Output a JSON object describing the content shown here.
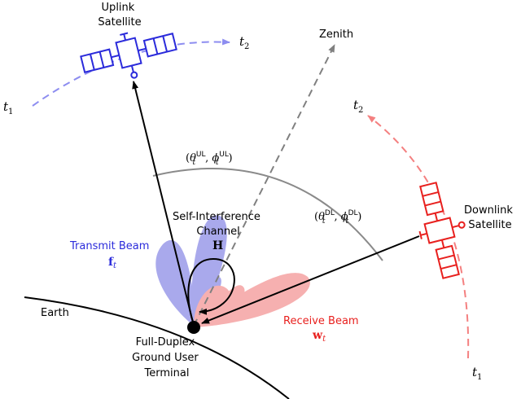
{
  "colors": {
    "uplink": "#2b2bdb",
    "downlink": "#e8201e",
    "transmit_beam_fill": "#a9a9ec",
    "receive_beam_fill": "#f6b0b0",
    "gray": "#808080",
    "black": "#000000"
  },
  "labels": {
    "uplink_satellite": [
      "Uplink",
      "Satellite"
    ],
    "downlink_satellite": [
      "Downlink",
      "Satellite"
    ],
    "zenith": "Zenith",
    "earth": "Earth",
    "self_interference": [
      "Self-Interference",
      "Channel"
    ],
    "channel_symbol": "H",
    "transmit_beam": "Transmit Beam",
    "transmit_symbol": "f",
    "receive_beam": "Receive Beam",
    "receive_symbol": "w",
    "symbol_subscript": "t",
    "terminal": [
      "Full-Duplex",
      "Ground User",
      "Terminal"
    ],
    "angle_ul": {
      "theta": "θ",
      "phi": "ϕ",
      "sub": "t",
      "sup": "UL"
    },
    "angle_dl": {
      "theta": "θ",
      "phi": "ϕ",
      "sub": "t",
      "sup": "DL"
    },
    "time_marks": {
      "t1": "t",
      "t2": "t",
      "sub1": "1",
      "sub2": "2"
    }
  }
}
